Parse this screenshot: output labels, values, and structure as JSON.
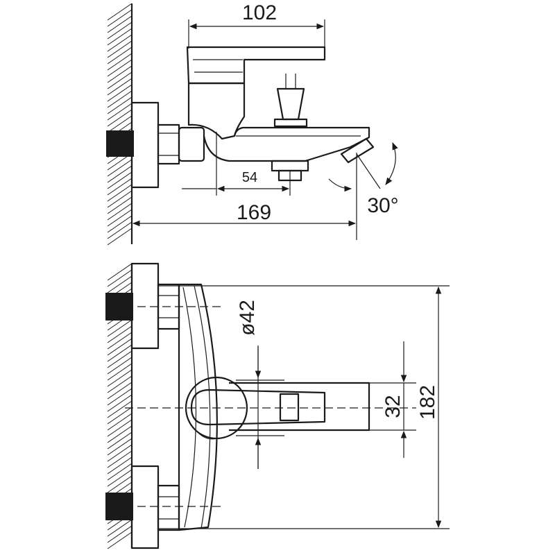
{
  "dimensions": {
    "side_top_width": "102",
    "side_inner_width": "54",
    "side_total_length": "169",
    "spout_angle": "30°",
    "front_diameter": "ø42",
    "front_handle_height": "32",
    "front_total_height": "182"
  }
}
